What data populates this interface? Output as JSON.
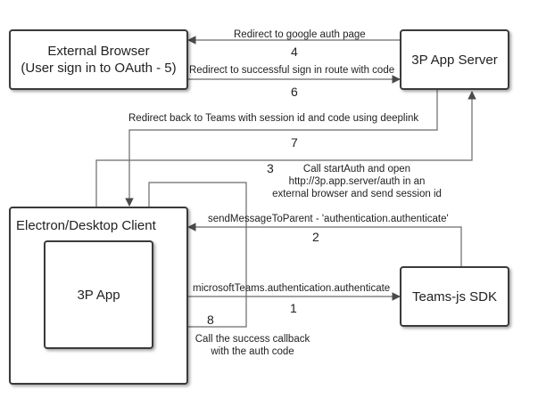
{
  "nodes": {
    "external_browser": {
      "line1": "External Browser",
      "line2": "(User sign in to OAuth - 5)"
    },
    "app_server": {
      "label": "3P App Server"
    },
    "desktop_client": {
      "label": "Electron/Desktop Client"
    },
    "app": {
      "label": "3P App"
    },
    "sdk": {
      "label": "Teams-js SDK"
    }
  },
  "edges": {
    "e4": {
      "label": "Redirect to google auth page",
      "num": "4"
    },
    "e6": {
      "label": "Redirect to successful sign in route with code",
      "num": "6"
    },
    "e7": {
      "label": "Redirect back to Teams with session id and code using deeplink",
      "num": "7"
    },
    "e3": {
      "num": "3",
      "line1": "Call startAuth and open",
      "line2": "http://3p.app.server/auth in an",
      "line3": "external browser and send session id"
    },
    "e2": {
      "label": "sendMessageToParent - 'authentication.authenticate'",
      "num": "2"
    },
    "e1": {
      "label": "microsoftTeams.authentication.authenticate",
      "num": "1"
    },
    "e8": {
      "num": "8",
      "line1": "Call the success callback",
      "line2": "with the auth code"
    }
  }
}
